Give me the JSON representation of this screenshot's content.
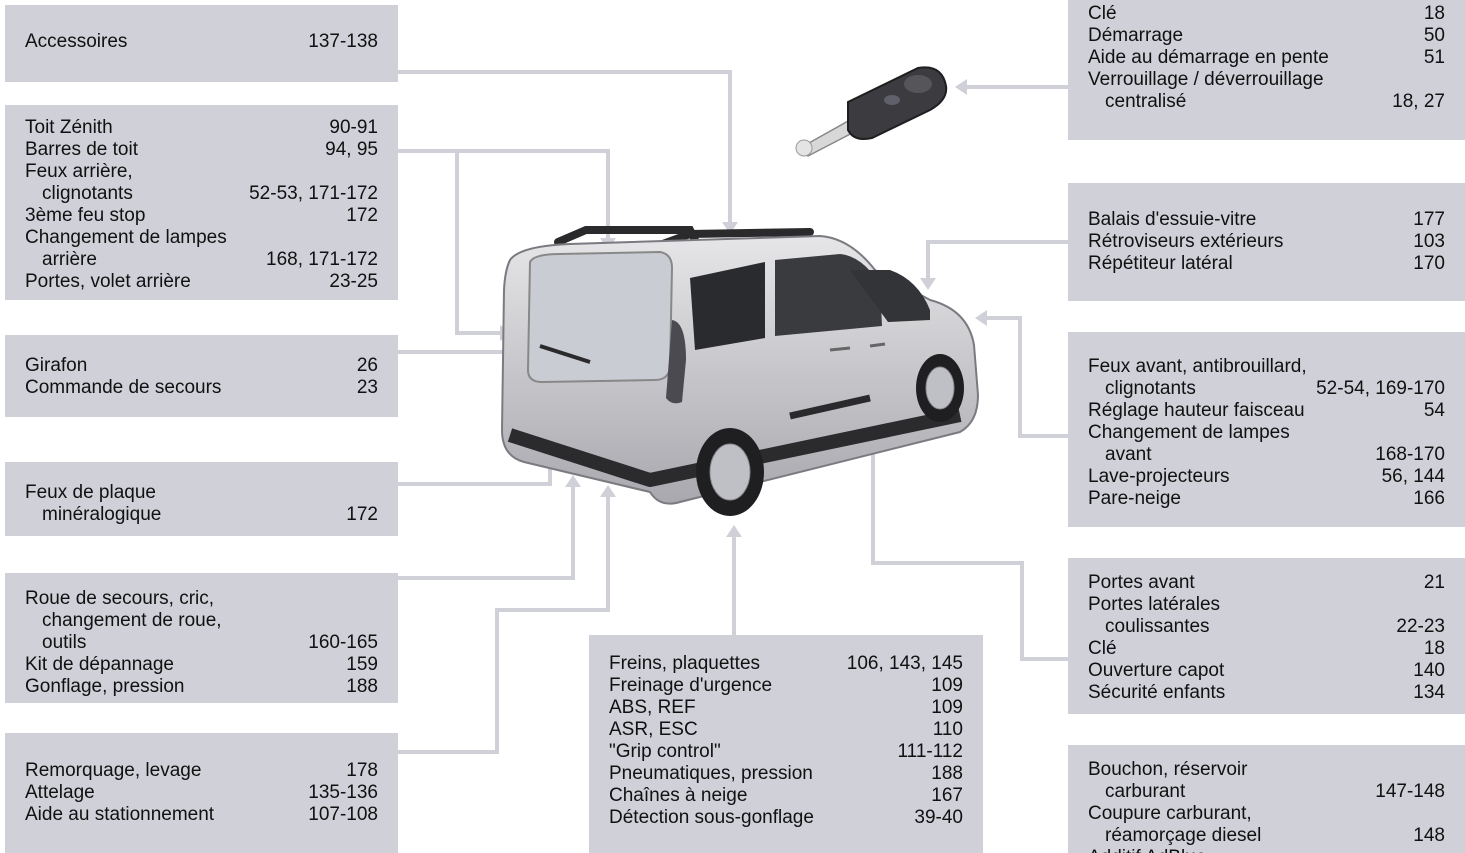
{
  "boxes": [
    {
      "id": "accessoires",
      "rows": [
        {
          "label": "Accessoires",
          "page": "137-138"
        }
      ]
    },
    {
      "id": "toit",
      "rows": [
        {
          "label": "Toit Zénith",
          "page": "90-91"
        },
        {
          "label": "Barres de toit",
          "page": "94, 95"
        },
        {
          "label": "Feux arrière,",
          "page": ""
        },
        {
          "label": "clignotants",
          "page": "52-53, 171-172",
          "indent": true
        },
        {
          "label": "3ème feu stop",
          "page": "172"
        },
        {
          "label": "Changement de lampes",
          "page": ""
        },
        {
          "label": "arrière",
          "page": "168, 171-172",
          "indent": true
        },
        {
          "label": "Portes, volet arrière",
          "page": "23-25"
        }
      ]
    },
    {
      "id": "girafon",
      "rows": [
        {
          "label": "Girafon",
          "page": "26"
        },
        {
          "label": "Commande de secours",
          "page": "23"
        }
      ]
    },
    {
      "id": "plaque",
      "rows": [
        {
          "label": "Feux de plaque",
          "page": ""
        },
        {
          "label": "minéralogique",
          "page": "172",
          "indent": true
        }
      ]
    },
    {
      "id": "roue",
      "rows": [
        {
          "label": "Roue de secours, cric,",
          "page": ""
        },
        {
          "label": "changement de roue,",
          "page": "",
          "indent": true
        },
        {
          "label": "outils",
          "page": "160-165",
          "indent": true
        },
        {
          "label": "Kit de dépannage",
          "page": "159"
        },
        {
          "label": "Gonflage, pression",
          "page": "188"
        }
      ]
    },
    {
      "id": "remorquage",
      "rows": [
        {
          "label": "Remorquage, levage",
          "page": "178"
        },
        {
          "label": "Attelage",
          "page": "135-136"
        },
        {
          "label": "Aide au stationnement",
          "page": "107-108"
        }
      ]
    },
    {
      "id": "freins",
      "rows": [
        {
          "label": "Freins, plaquettes",
          "page": "106, 143, 145"
        },
        {
          "label": "Freinage d'urgence",
          "page": "109"
        },
        {
          "label": "ABS, REF",
          "page": "109"
        },
        {
          "label": "ASR, ESC",
          "page": "110"
        },
        {
          "label": "\"Grip control\"",
          "page": "111-112"
        },
        {
          "label": "Pneumatiques, pression",
          "page": "188"
        },
        {
          "label": "Chaînes à neige",
          "page": "167"
        },
        {
          "label": "Détection sous-gonflage",
          "page": "39-40"
        }
      ]
    },
    {
      "id": "cle",
      "rows": [
        {
          "label": "Clé",
          "page": "18"
        },
        {
          "label": "Démarrage",
          "page": "50"
        },
        {
          "label": "Aide au démarrage en pente",
          "page": "51"
        },
        {
          "label": "Verrouillage / déverrouillage",
          "page": ""
        },
        {
          "label": "centralisé",
          "page": "18, 27",
          "indent": true
        }
      ]
    },
    {
      "id": "balais",
      "rows": [
        {
          "label": "Balais d'essuie-vitre",
          "page": "177"
        },
        {
          "label": "Rétroviseurs extérieurs",
          "page": "103"
        },
        {
          "label": "Répétiteur latéral",
          "page": "170"
        }
      ]
    },
    {
      "id": "feuxavant",
      "rows": [
        {
          "label": "Feux avant, antibrouillard,",
          "page": ""
        },
        {
          "label": "clignotants",
          "page": "52-54, 169-170",
          "indent": true
        },
        {
          "label": "Réglage hauteur faisceau",
          "page": "54"
        },
        {
          "label": "Changement de lampes",
          "page": ""
        },
        {
          "label": "avant",
          "page": "168-170",
          "indent": true
        },
        {
          "label": "Lave-projecteurs",
          "page": "56, 144"
        },
        {
          "label": "Pare-neige",
          "page": "166"
        }
      ]
    },
    {
      "id": "portes",
      "rows": [
        {
          "label": "Portes avant",
          "page": "21"
        },
        {
          "label": "Portes latérales",
          "page": ""
        },
        {
          "label": "coulissantes",
          "page": "22-23",
          "indent": true
        },
        {
          "label": "Clé",
          "page": "18"
        },
        {
          "label": "Ouverture capot",
          "page": "140"
        },
        {
          "label": "Sécurité enfants",
          "page": "134"
        }
      ]
    },
    {
      "id": "bouchon",
      "rows": [
        {
          "label": "Bouchon, réservoir",
          "page": ""
        },
        {
          "label": "carburant",
          "page": "147-148",
          "indent": true
        },
        {
          "label": "Coupure carburant,",
          "page": ""
        },
        {
          "label": "réamorçage diesel",
          "page": "148",
          "indent": true
        },
        {
          "label": "Additif AdBlue",
          "page": ""
        }
      ]
    }
  ]
}
